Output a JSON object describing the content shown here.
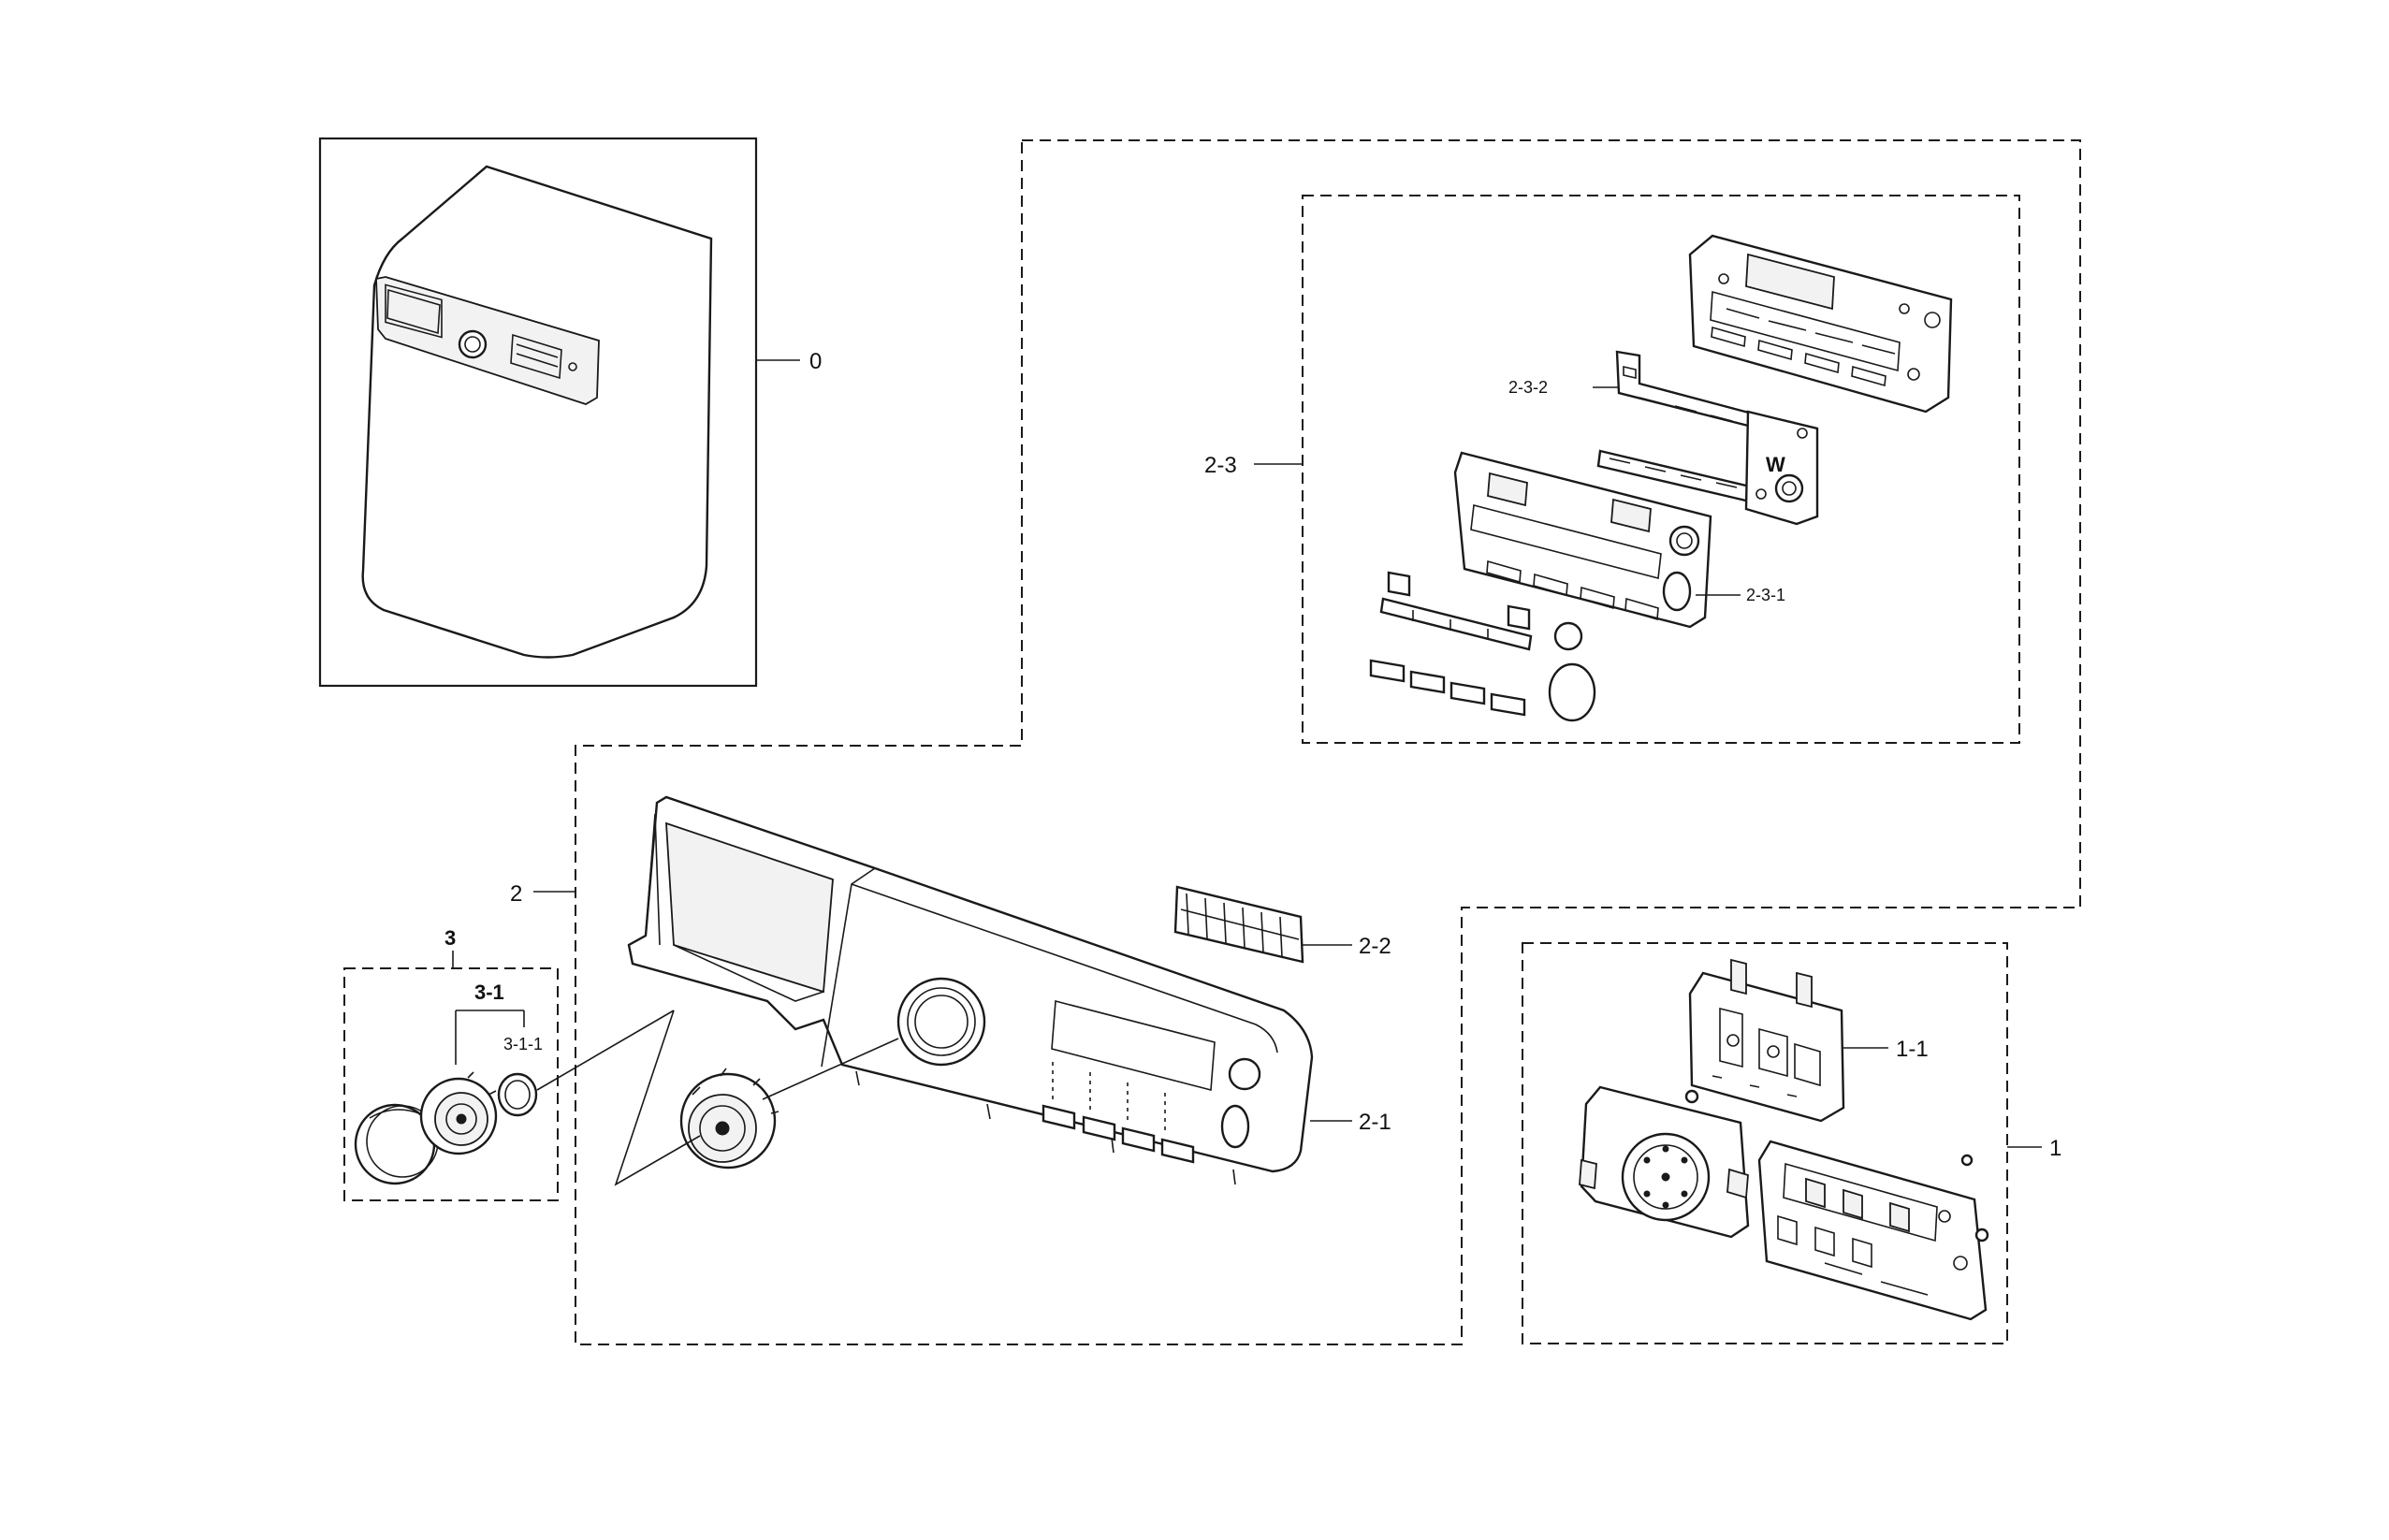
{
  "callouts": {
    "c0": "0",
    "c1": "1",
    "c1_1": "1-1",
    "c2": "2",
    "c2_1": "2-1",
    "c2_2": "2-2",
    "c2_3": "2-3",
    "c2_3_1": "2-3-1",
    "c2_3_2": "2-3-2",
    "c3": "3",
    "c3_1": "3-1",
    "c3_1_1": "3-1-1"
  },
  "pcb_mark": "W",
  "colors": {
    "line": "#1a1a1a",
    "background": "#ffffff"
  }
}
